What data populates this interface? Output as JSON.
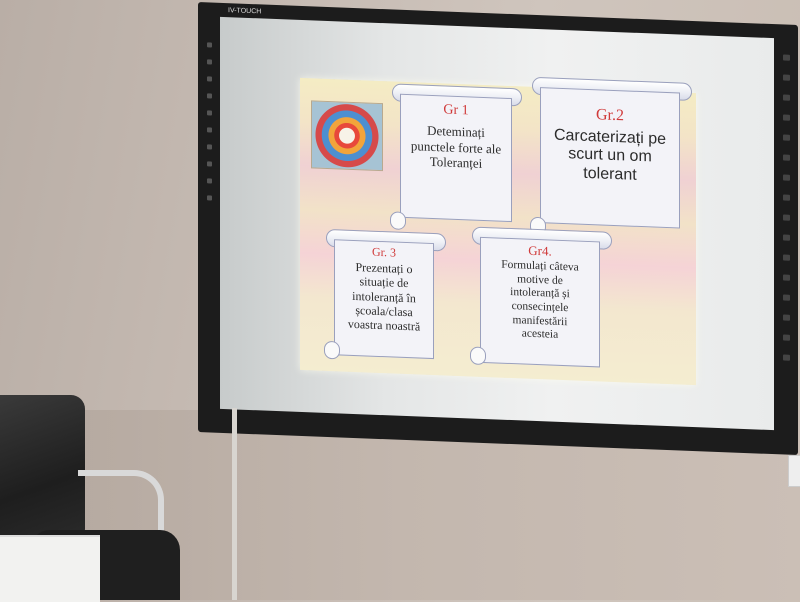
{
  "board": {
    "brand": "IV-TOUCH"
  },
  "slide": {
    "image_icon": "tolerance-flower-image",
    "groups": [
      {
        "title": "Gr 1",
        "text": "Deteminați\npunctele forte ale\nToleranței"
      },
      {
        "title": "Gr.2",
        "text": "Carcaterizați pe\nscurt un om\ntolerant"
      },
      {
        "title": "Gr. 3",
        "text": "Prezentați o\nsituație de\nintoleranță în\nșcoala/clasa\nvoastra noastră"
      },
      {
        "title": "Gr4.",
        "text": "Formulați câteva\nmotive de\nintoleranță și\nconsecințele\nmanifestării\nacesteia"
      }
    ]
  },
  "colors": {
    "title_red": "#d03a3a",
    "board_frame": "#1c1c1c",
    "scroll_border": "#9aa0bd"
  }
}
